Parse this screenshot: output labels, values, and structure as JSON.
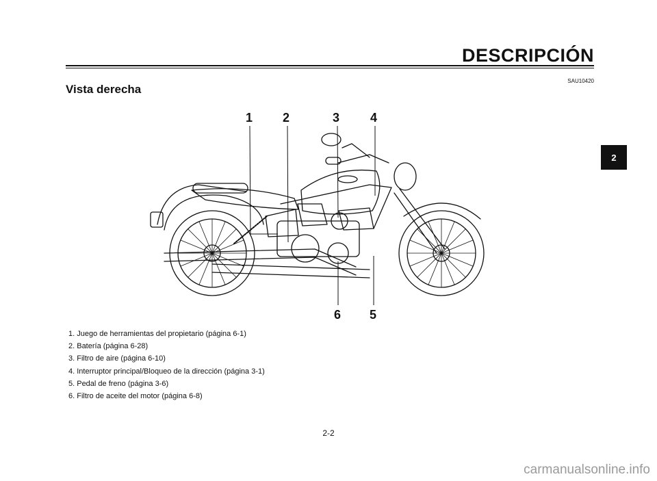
{
  "header": {
    "title": "DESCRIPCIÓN",
    "code": "SAU10420"
  },
  "section": {
    "title": "Vista derecha"
  },
  "tab": {
    "label": "2"
  },
  "figure": {
    "callout_numbers": [
      "1",
      "2",
      "3",
      "4",
      "5",
      "6"
    ]
  },
  "callouts": [
    "1. Juego de herramientas del propietario (página 6-1)",
    "2. Batería (página 6-28)",
    "3. Filtro de aire (página 6-10)",
    "4. Interruptor principal/Bloqueo de la dirección (página 3-1)",
    "5. Pedal de freno (página 3-6)",
    "6. Filtro de aceite del motor (página 6-8)"
  ],
  "footer": {
    "page": "2-2",
    "watermark": "carmanualsonline.info"
  }
}
